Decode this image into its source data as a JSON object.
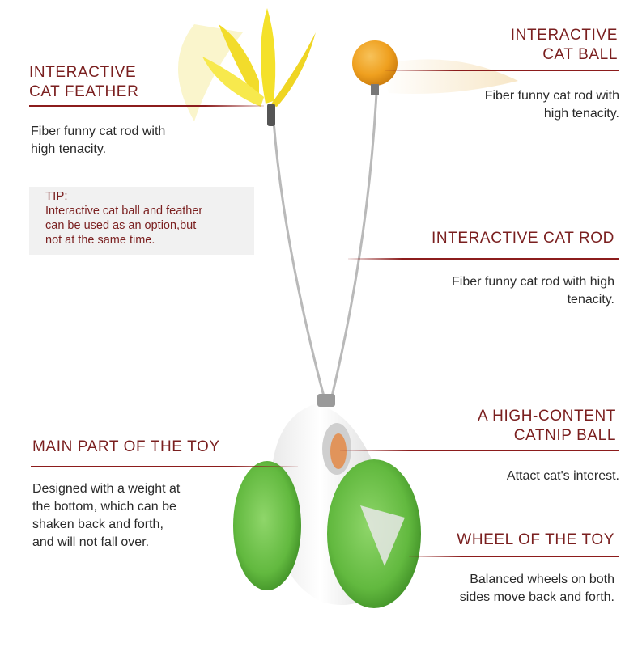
{
  "colors": {
    "heading": "#7a1f1f",
    "rule": "#8c1c1c",
    "body_text": "#2a2a2a",
    "tip_background": "#f1f1f1",
    "wheel": "#6cc24a",
    "feather": "#f4e12a",
    "ball": "#f0a21e"
  },
  "sections": {
    "feather": {
      "title_line1": "INTERACTIVE",
      "title_line2": "CAT FEATHER",
      "desc_line1": "Fiber funny cat rod with",
      "desc_line2": "high tenacity."
    },
    "ball": {
      "title_line1": "INTERACTIVE",
      "title_line2": "CAT BALL",
      "desc_line1": "Fiber funny cat rod with",
      "desc_line2": "high tenacity."
    },
    "tip": {
      "label": "TIP:",
      "line1": "Interactive cat ball and feather",
      "line2": "can be used as an option,but",
      "line3": "not at the same time."
    },
    "rod": {
      "title": "INTERACTIVE CAT ROD",
      "desc_line1": "Fiber funny cat rod with high",
      "desc_line2": "tenacity."
    },
    "catnip": {
      "title_line1": "A HIGH-CONTENT",
      "title_line2": "CATNIP BALL",
      "desc": "Attact cat's interest."
    },
    "main": {
      "title": "MAIN PART OF THE TOY",
      "desc_line1": "Designed with a weight at",
      "desc_line2": "the bottom, which can be",
      "desc_line3": "shaken back and forth,",
      "desc_line4": "and will not fall over."
    },
    "wheel": {
      "title": "WHEEL OF THE TOY",
      "desc_line1": "Balanced wheels on both",
      "desc_line2": "sides move back and forth."
    }
  }
}
